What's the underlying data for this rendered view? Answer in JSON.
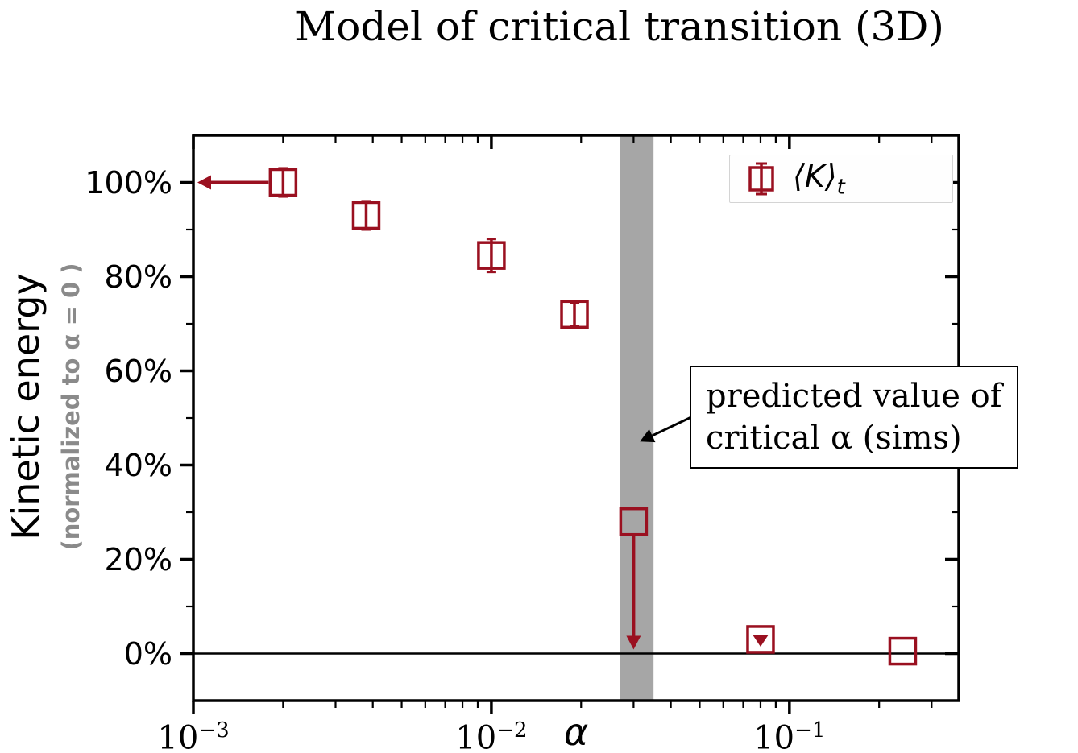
{
  "chart_data": {
    "type": "scatter",
    "title": "Model of critical transition (3D)",
    "xlabel": "α",
    "ylabel": "Kinetic energy",
    "ylabel_sub": "(normalized to α = 0 )",
    "xscale": "log",
    "xlim": [
      0.001,
      0.37
    ],
    "ylim": [
      -10,
      110
    ],
    "xticks": [
      {
        "value": 0.001,
        "exponent": -3
      },
      {
        "value": 0.01,
        "exponent": -2
      },
      {
        "value": 0.1,
        "exponent": -1
      }
    ],
    "yticks": [
      {
        "value": 0,
        "label": "0%"
      },
      {
        "value": 20,
        "label": "20%"
      },
      {
        "value": 40,
        "label": "40%"
      },
      {
        "value": 60,
        "label": "60%"
      },
      {
        "value": 80,
        "label": "80%"
      },
      {
        "value": 100,
        "label": "100%"
      }
    ],
    "series": [
      {
        "name": "⟨K⟩_t",
        "marker": "open-square",
        "points": [
          {
            "x": 0.002,
            "y": 100,
            "yerr": 3,
            "arrow": "left"
          },
          {
            "x": 0.0038,
            "y": 93,
            "yerr": 3
          },
          {
            "x": 0.01,
            "y": 84.5,
            "yerr": 3.5
          },
          {
            "x": 0.019,
            "y": 72,
            "yerr": 2.5
          },
          {
            "x": 0.03,
            "y": 28,
            "yerr": 0,
            "arrow": "down"
          },
          {
            "x": 0.08,
            "y": 3,
            "yerr": 0,
            "marker": "upper-limit"
          },
          {
            "x": 0.24,
            "y": 0.5,
            "yerr": 0
          }
        ]
      }
    ],
    "band": {
      "from": 0.027,
      "to": 0.035,
      "meaning": "predicted critical α range"
    },
    "zero_line": true,
    "legend": {
      "bracket_l": "⟨",
      "variable": "K",
      "bracket_r": "⟩",
      "subscript": "t",
      "position": "upper right"
    },
    "annotation": {
      "lines": [
        "predicted value of",
        "critical α  (sims)"
      ],
      "target_x": 0.0315,
      "target_y": 45
    },
    "colors": {
      "marker": "#9a1020",
      "band": "#a6a6a6",
      "axis": "#000000",
      "ylabel_sub": "#8a8a8a"
    }
  }
}
